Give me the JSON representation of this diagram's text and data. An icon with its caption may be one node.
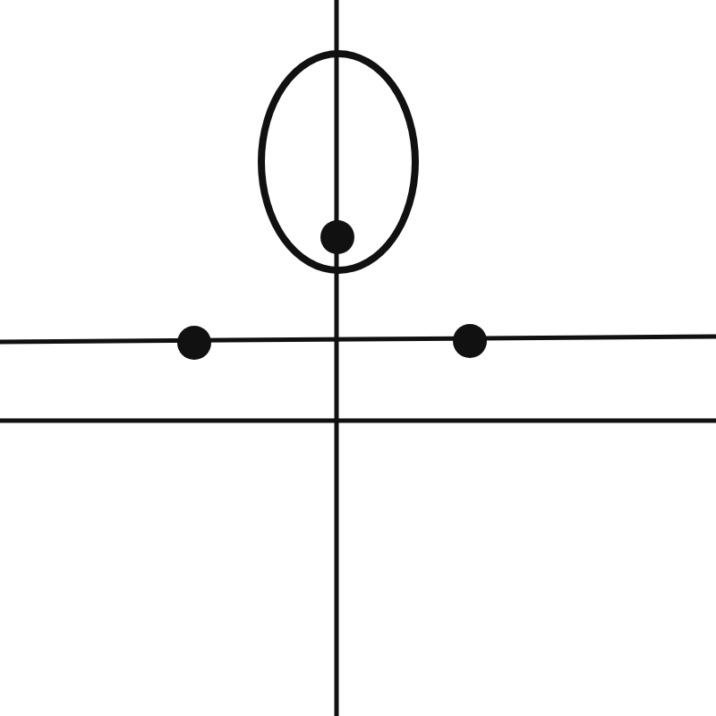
{
  "diagram": {
    "nodes": [
      {
        "text": [],
        "shape": "ellipse"
      },
      {
        "text": [],
        "shape": "circle",
        "in": 0
      },
      {
        "text": [],
        "shape": "circle"
      },
      {
        "text": [],
        "shape": "circle"
      }
    ]
  }
}
